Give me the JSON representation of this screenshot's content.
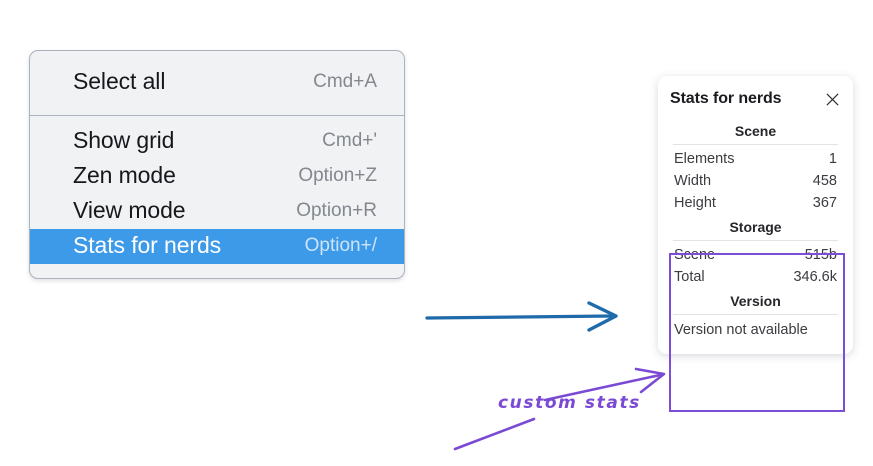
{
  "context_menu": {
    "groups": [
      {
        "items": [
          {
            "label": "Select all",
            "shortcut": "Cmd+A",
            "selected": false
          }
        ]
      },
      {
        "items": [
          {
            "label": "Show grid",
            "shortcut": "Cmd+'",
            "selected": false
          },
          {
            "label": "Zen mode",
            "shortcut": "Option+Z",
            "selected": false
          },
          {
            "label": "View mode",
            "shortcut": "Option+R",
            "selected": false
          },
          {
            "label": "Stats for nerds",
            "shortcut": "Option+/",
            "selected": true
          }
        ]
      }
    ]
  },
  "stats_panel": {
    "title": "Stats for nerds",
    "close_icon": "close-icon",
    "sections": [
      {
        "name": "scene",
        "heading": "Scene",
        "rows": [
          {
            "label": "Elements",
            "value": "1"
          },
          {
            "label": "Width",
            "value": "458"
          },
          {
            "label": "Height",
            "value": "367"
          }
        ]
      },
      {
        "name": "storage",
        "heading": "Storage",
        "rows": [
          {
            "label": "Scene",
            "value": "515b"
          },
          {
            "label": "Total",
            "value": "346.6k"
          }
        ]
      },
      {
        "name": "version",
        "heading": "Version",
        "note": "Version not available"
      }
    ]
  },
  "annotations": {
    "custom_stats_label": "custom stats",
    "blue_arrow_color": "#1f6aab",
    "purple_color": "#7b4ad4",
    "highlight_color": "#7c4dd6"
  },
  "colors": {
    "menu_background": "#f1f2f4",
    "menu_border": "#a9b2bd",
    "menu_selected": "#3c9ae9",
    "panel_background": "#ffffff",
    "text_primary": "#16181c",
    "text_muted": "#83878e"
  }
}
